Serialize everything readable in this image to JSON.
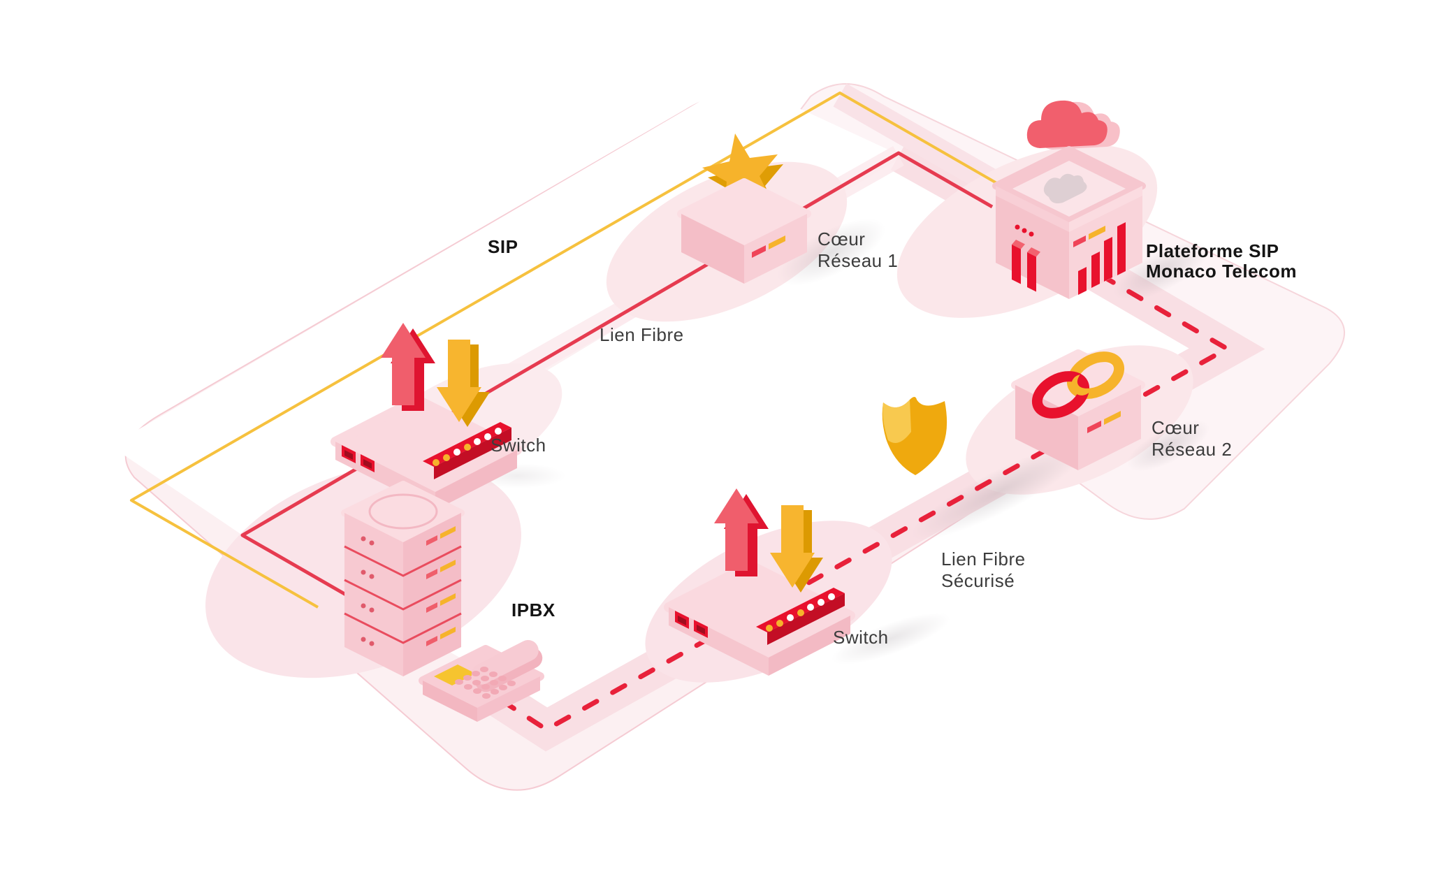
{
  "diagram": {
    "type": "isometric-network-diagram",
    "labels": {
      "sip": "SIP",
      "lien_fibre": "Lien Fibre",
      "switch_top": "Switch",
      "switch_bottom": "Switch",
      "ipbx": "IPBX",
      "coeur_reseau_1": {
        "line1": "Cœur",
        "line2": "Réseau 1"
      },
      "coeur_reseau_2": {
        "line1": "Cœur",
        "line2": "Réseau 2"
      },
      "plateforme": {
        "line1": "Plateforme SIP",
        "line2": "Monaco Telecom"
      },
      "lien_fibre_securise": {
        "line1": "Lien Fibre",
        "line2": "Sécurisé"
      }
    },
    "nodes": [
      {
        "id": "coeur-reseau-1",
        "label": "Cœur Réseau 1",
        "icon": "star-icon"
      },
      {
        "id": "plateforme-sip",
        "label": "Plateforme SIP Monaco Telecom",
        "icon": "building-icon"
      },
      {
        "id": "cloud",
        "label": "",
        "icon": "cloud-icon"
      },
      {
        "id": "switch-1",
        "label": "Switch",
        "icon": "switch-arrows-icon"
      },
      {
        "id": "coeur-reseau-2",
        "label": "Cœur Réseau 2",
        "icon": "chain-link-icon"
      },
      {
        "id": "ipbx",
        "label": "IPBX",
        "icon": "server-rack-icon"
      },
      {
        "id": "phone",
        "label": "",
        "icon": "desk-phone-icon"
      },
      {
        "id": "switch-2",
        "label": "Switch",
        "icon": "switch-arrows-icon"
      },
      {
        "id": "shield",
        "label": "",
        "icon": "shield-icon"
      }
    ],
    "links": [
      {
        "name": "SIP",
        "style": "solid",
        "color": "#F6C13E",
        "from": "IPBX",
        "to": "Plateforme SIP Monaco Telecom"
      },
      {
        "name": "Lien Fibre",
        "style": "solid",
        "color": "#E63B50",
        "from": "IPBX / Switch",
        "to": "Cœur Réseau 1 / Plateforme SIP"
      },
      {
        "name": "Lien Fibre Sécurisé",
        "style": "dashed",
        "color": "#E8213A",
        "from": "IPBX / Switch",
        "to": "Cœur Réseau 2 / Plateforme SIP"
      }
    ],
    "colors": {
      "accent_red": "#E8112D",
      "coral": "#F05E6C",
      "gold": "#F6B32B",
      "line_yellow": "#F6C13E",
      "line_red": "#E63B50",
      "dash_red": "#E8213A",
      "plane_pink": "#FCF0F2",
      "road_pink": "#F9DFE4",
      "box_pink": "#F8CFD6",
      "text_dark": "#3C3C3C"
    }
  }
}
